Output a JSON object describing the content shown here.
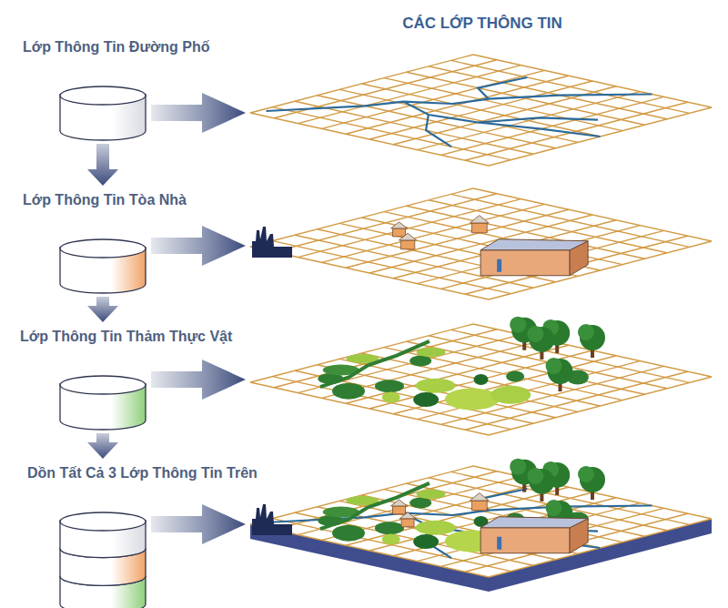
{
  "diagram": {
    "title": "CÁC LỚP THÔNG TIN",
    "nodes": [
      {
        "text": [
          "Lớp Thông Tin Đường Phố"
        ]
      },
      {
        "text": [
          "Lớp Thông Tin Tòa Nhà"
        ]
      },
      {
        "text": [
          "Lớp Thông Tin Thảm Thực Vật"
        ]
      },
      {
        "text": [
          "Dồn Tất Cả 3 Lớp Thông Tin Trên"
        ]
      }
    ],
    "edges": [
      {
        "from": 0,
        "to": 1,
        "arrow": "to"
      },
      {
        "from": 1,
        "to": 2,
        "arrow": "to"
      },
      {
        "from": 2,
        "to": 3,
        "arrow": "to"
      }
    ]
  }
}
